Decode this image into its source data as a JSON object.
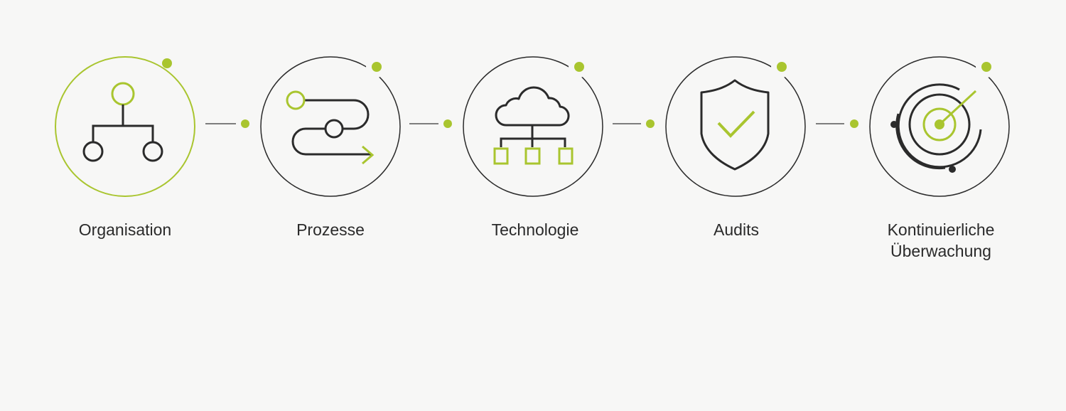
{
  "colors": {
    "accent": "#a9c52f",
    "stroke": "#2b2b2b",
    "connector": "#555555",
    "background": "#f7f7f6"
  },
  "steps": [
    {
      "icon": "org-chart-icon",
      "label_lines": [
        "Organisation"
      ],
      "active": true
    },
    {
      "icon": "process-path-icon",
      "label_lines": [
        "Prozesse"
      ],
      "active": false
    },
    {
      "icon": "cloud-network-icon",
      "label_lines": [
        "Technologie"
      ],
      "active": false
    },
    {
      "icon": "shield-check-icon",
      "label_lines": [
        "Audits"
      ],
      "active": false
    },
    {
      "icon": "radar-target-icon",
      "label_lines": [
        "Kontinuierliche",
        "Überwachung"
      ],
      "active": false
    }
  ]
}
